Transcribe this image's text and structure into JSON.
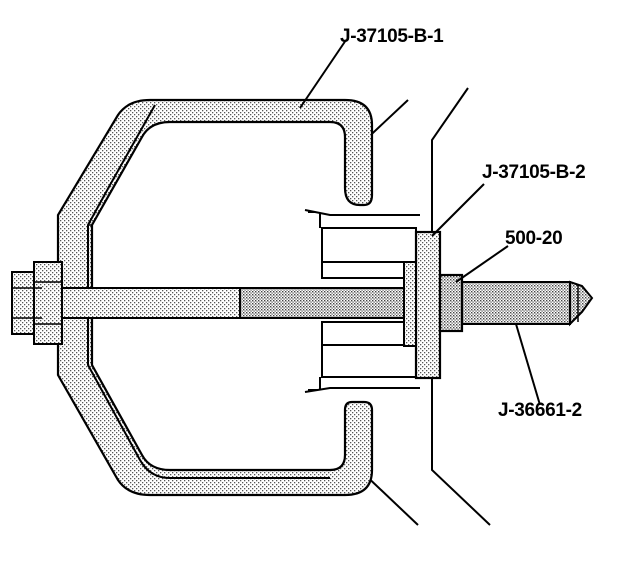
{
  "labels": {
    "puller_body": "J-37105-B-1",
    "adapter_plate": "J-37105-B-2",
    "nut": "500-20",
    "forcing_screw": "J-36661-2"
  },
  "colors": {
    "ink": "#000000",
    "stipple": "#8c8c8c",
    "paper": "#ffffff"
  }
}
